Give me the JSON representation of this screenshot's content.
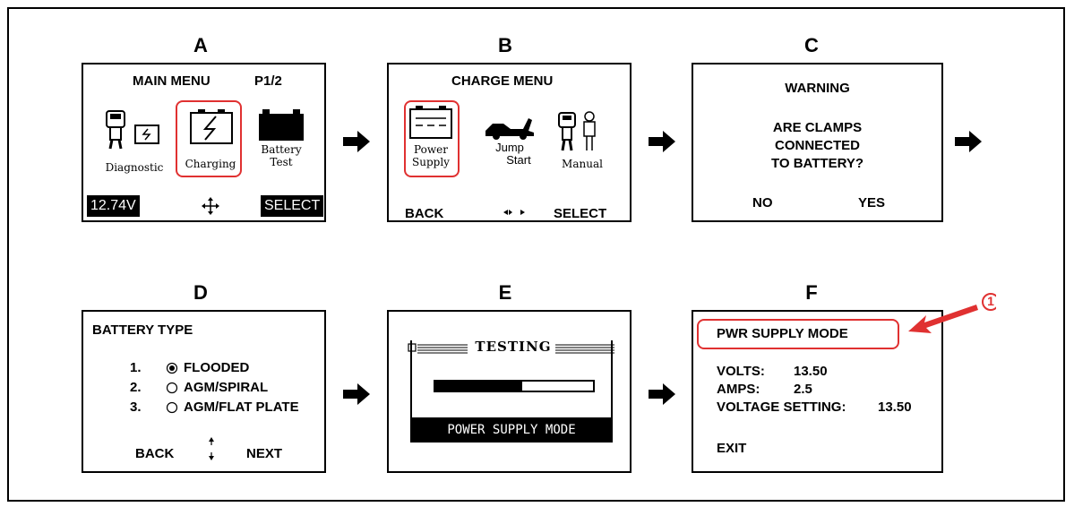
{
  "panel_letters": [
    "A",
    "B",
    "C",
    "D",
    "E",
    "F"
  ],
  "a": {
    "title": "MAIN MENU",
    "page": "P1/2",
    "icon1": "Diagnostic",
    "icon2": "Charging",
    "icon3_l1": "Battery",
    "icon3_l2": "Test",
    "voltage": "12.74V",
    "select": "SELECT"
  },
  "b": {
    "title": "CHARGE MENU",
    "icon1_l1": "Power",
    "icon1_l2": "Supply",
    "icon2_l1": "Jump",
    "icon2_l2": "Start",
    "icon3": "Manual",
    "back": "BACK",
    "select": "SELECT"
  },
  "c": {
    "title": "WARNING",
    "line1": "ARE CLAMPS",
    "line2": "CONNECTED",
    "line3": "TO BATTERY?",
    "no": "NO",
    "yes": "YES"
  },
  "d": {
    "title": "BATTERY TYPE",
    "opt1_num": "1.",
    "opt1": "FLOODED",
    "opt2_num": "2.",
    "opt2": "AGM/SPIRAL",
    "opt3_num": "3.",
    "opt3": "AGM/FLAT PLATE",
    "back": "BACK",
    "next": "NEXT",
    "selected": 1
  },
  "e": {
    "title": "TESTING",
    "progress": 0.55,
    "footer": "POWER SUPPLY MODE"
  },
  "f": {
    "title": "PWR SUPPLY MODE",
    "volts_label": "VOLTS:",
    "volts": "13.50",
    "amps_label": "AMPS:",
    "amps": "2.5",
    "vs_label": "VOLTAGE SETTING:",
    "vs": "13.50",
    "exit": "EXIT",
    "callout": "1"
  },
  "colors": {
    "highlight": "#e03131",
    "ink": "#000000"
  }
}
